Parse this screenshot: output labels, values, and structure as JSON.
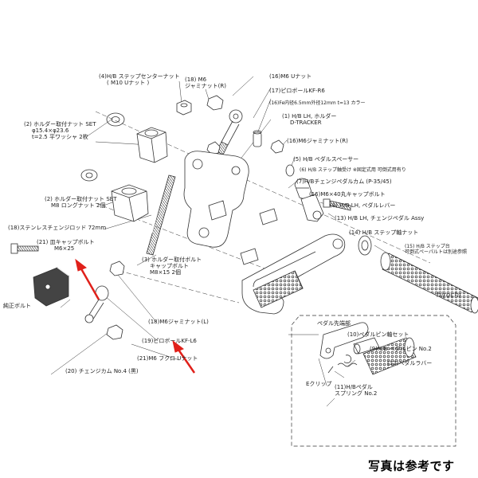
{
  "labels": {
    "center_nut": [
      "(4)H/B ステップセンターナット",
      "( M10 Uナット )"
    ],
    "m6_jam_r_top": [
      "(18) M6",
      "ジャミナット(R)"
    ],
    "m6_unut": "(16)M6  Uナット",
    "pillowball_r6": "(17)ピロボールKF-R6",
    "fe_collar": "(16)Fe内径6.5mm外径12mm t=13 カラー",
    "holder_hb_lh": [
      "(1) H/B LH, ホルダー",
      "D-TRACKER"
    ],
    "holder_nut_set": [
      "(2) ホルダー取付ナット SET",
      "φ15.4×φ23.6",
      "t=2.5 平ワッシャ 2枚"
    ],
    "m6_jam_r_mid": "(16)M6ジャミナット(R)",
    "pedal_spacer": "(5) H/B ペダルスペーサー",
    "step_shaft": "(6) H/B ステップ軸受け ※固定式用 可倒式用有り",
    "change_pedal_cam": "(7)H/Bチェンジペダルカム (P-35/45)",
    "m6x40_bolt": "(16)M6×40丸キャップボルト",
    "hb_lh_pedal_lever": "(8) H/B LH, ペダルレバー",
    "hb_lh_change_pedal": "(13) H/B LH, チェンジペダル Assy",
    "holder_nut_long": [
      "(2) ホルダー取付ナット SET",
      "M8 ロングナット 2個"
    ],
    "step_shaft_nut": "(14) H/B ステップ軸ナット",
    "stainless_rod": "(18)ステンレスチェンジロッド  72mm",
    "step_folding": [
      "(15) H/B ステップ台",
      "可倒式ペーパルトは別途参照"
    ],
    "cap_bolt_m6": [
      "(21) 皿キャップボルト",
      "M6×25"
    ],
    "holder_bolt": [
      "(3) ホルダー取付ボルト",
      "キャップボルト",
      "M8×15 2個"
    ],
    "oem_bolt": "純正ボルト",
    "m6_jam_l": "(18)M6ジャミナット(L)",
    "pillowball_l6": "(19)ピロボールKF-L6",
    "m6_flange_nut": "(21)M6 フクロ Uナット",
    "change_cam_no4": "(20) チェンジカム No.4 (黒)",
    "pedal_tip": "ペダル先端部",
    "pedal_pin_set": "(10)ペダルピン軸セット",
    "hb_pedal_pin": "(9)H/B ペダルピン No.2",
    "pedal_rubber": "(12)ペダルラバー",
    "e_clip": "Eクリップ",
    "hb_pedal_spring": [
      "(11)H/Bペダル",
      "スプリング No.2"
    ]
  },
  "watermark": "hirochi",
  "footnote": "写真は参考です",
  "colors": {
    "line": "#333333",
    "arrow": "#e0201a",
    "text": "#222222",
    "background": "#ffffff"
  }
}
